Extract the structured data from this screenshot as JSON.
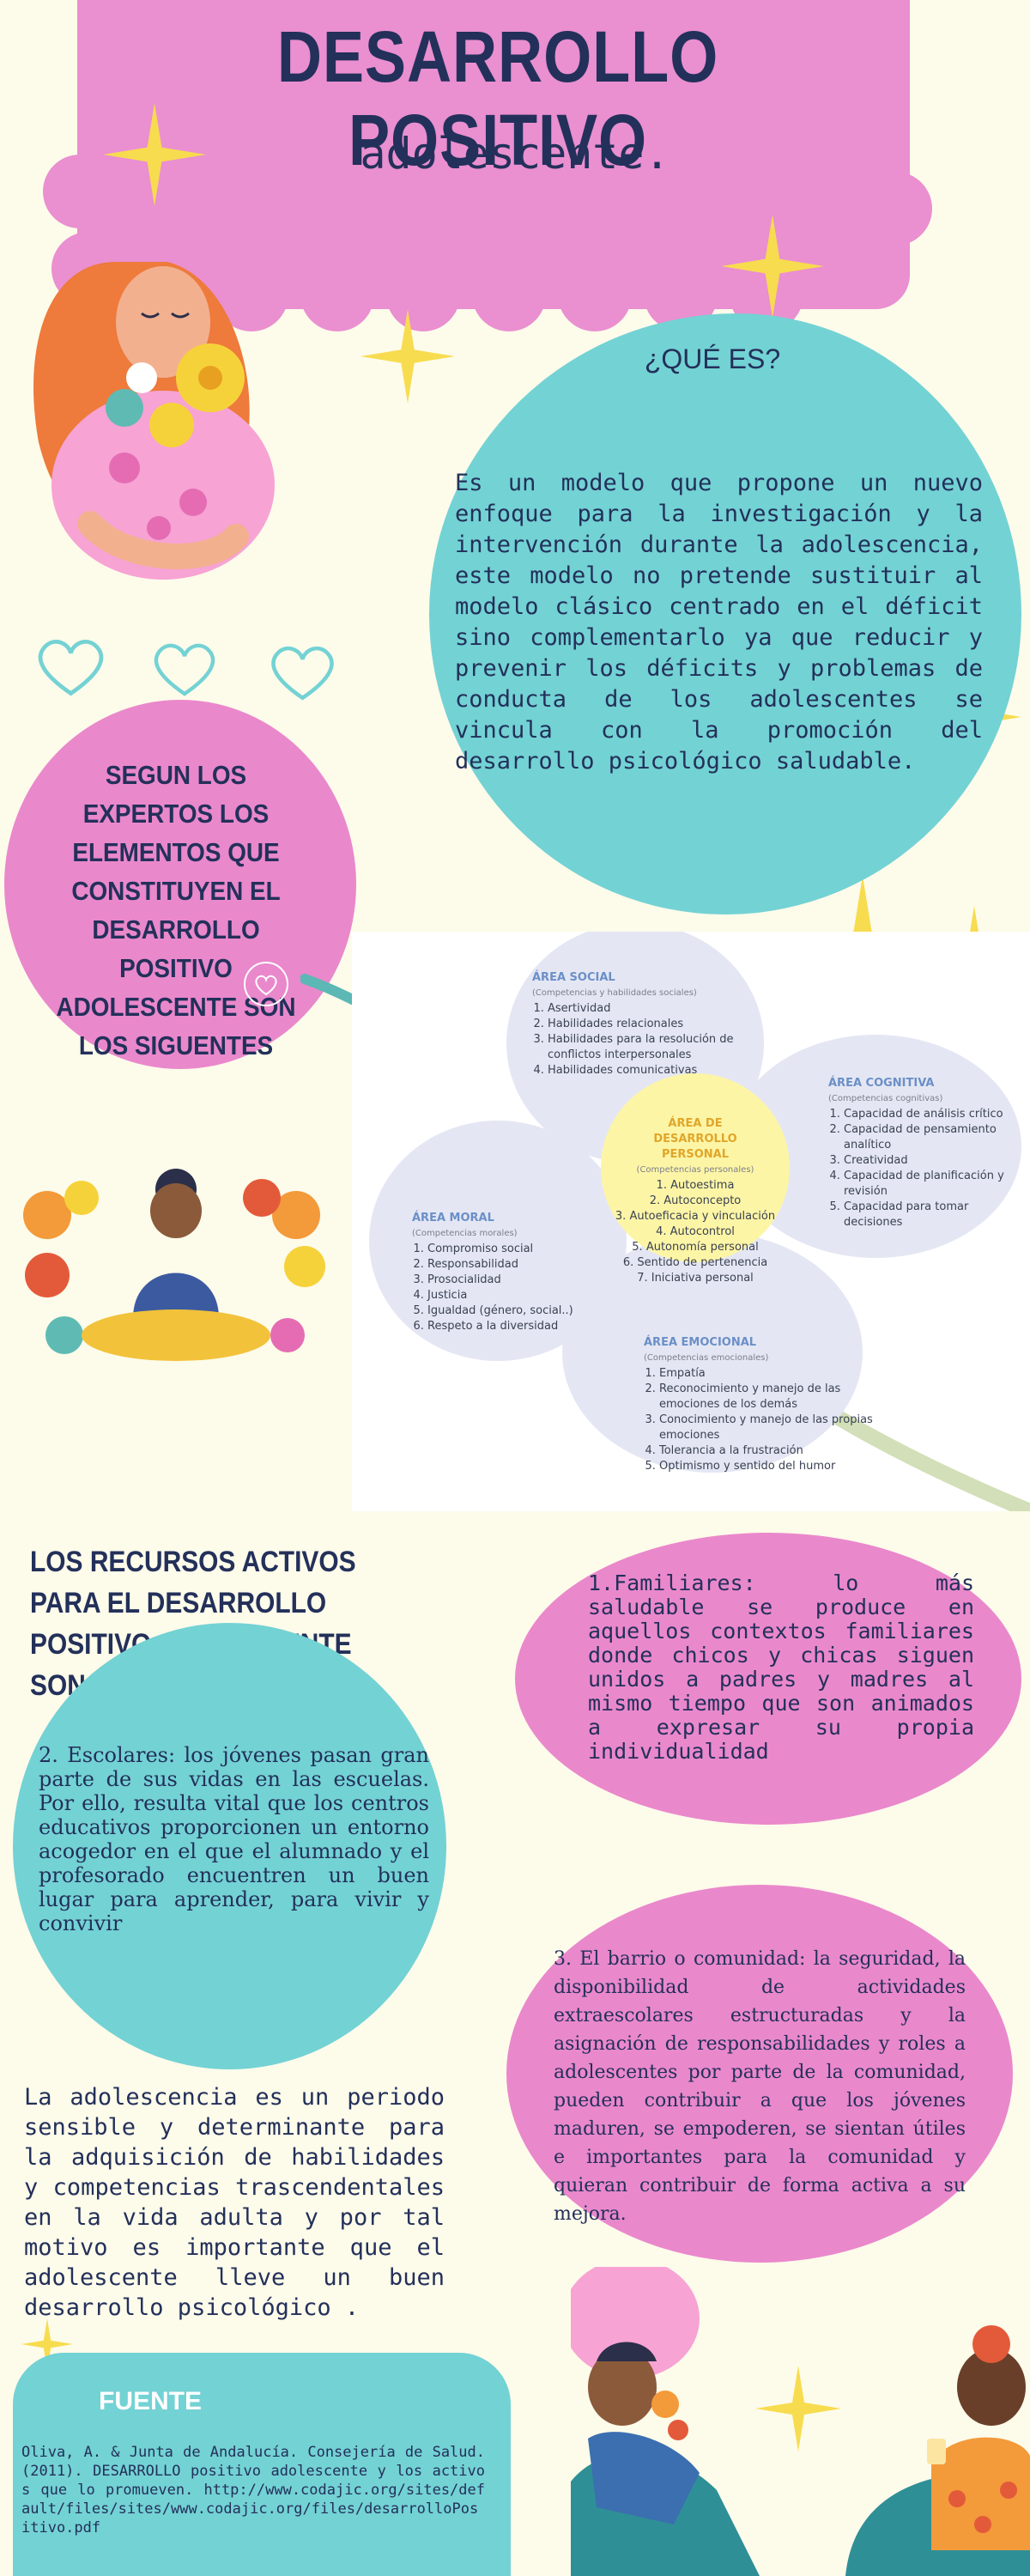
{
  "header": {
    "title": "DESARROLLO POSITIVO",
    "subtitle": "adolescente."
  },
  "que_es": {
    "title": "¿QUÉ ES?",
    "body": "Es un modelo que propone un nuevo enfoque para la investigación y la intervención durante la adolescencia, este modelo no pretende sustituir al modelo clásico centrado en el déficit sino complementarlo ya que reducir y prevenir los déficits y problemas de conducta de los adolescentes se vincula con la promoción del desarrollo psicológico saludable."
  },
  "experts": {
    "text": "SEGUN LOS EXPERTOS LOS ELEMENTOS QUE CONSTITUYEN EL DESARROLLO POSITIVO ADOLESCENTE SON LOS SIGUENTES"
  },
  "flower": {
    "social": {
      "title": "ÁREA SOCIAL",
      "sub": "(Competencias y habilidades sociales)",
      "items": [
        "Asertividad",
        "Habilidades relacionales",
        "Habilidades para la resolución de conflictos interpersonales",
        "Habilidades comunicativas"
      ]
    },
    "cognitiva": {
      "title": "ÁREA COGNITIVA",
      "sub": "(Competencias cognitivas)",
      "items": [
        "Capacidad de análisis crítico",
        "Capacidad de pensamiento analítico",
        "Creatividad",
        "Capacidad de planificación y revisión",
        "Capacidad para tomar decisiones"
      ]
    },
    "personal": {
      "title": "ÁREA DE DESARROLLO PERSONAL",
      "sub": "(Competencias personales)",
      "items": [
        "Autoestima",
        "Autoconcepto",
        "Autoeficacia y vinculación",
        "Autocontrol",
        "Autonomía personal",
        "Sentido de pertenencia",
        "Iniciativa personal"
      ]
    },
    "moral": {
      "title": "ÁREA MORAL",
      "sub": "(Competencias morales)",
      "items": [
        "Compromiso social",
        "Responsabilidad",
        "Prosocialidad",
        "Justicia",
        "Igualdad (género, social..)",
        "Respeto a la diversidad"
      ]
    },
    "emocional": {
      "title": "ÁREA EMOCIONAL",
      "sub": "(Competencias emocionales)",
      "items": [
        "Empatía",
        "Reconocimiento y manejo de las emociones de los demás",
        "Conocimiento y manejo de las propias emociones",
        "Tolerancia a la frustración",
        "Optimismo y sentido del humor"
      ]
    }
  },
  "recursos": {
    "title": "LOS RECURSOS ACTIVOS PARA EL DESARROLLO POSITIVO ADOLESCENTE SON:",
    "familiares": "1.Familiares: lo más saludable se produce en aquellos contextos familiares donde chicos y chicas siguen unidos a padres y madres al mismo tiempo que son animados a expresar su propia individualidad",
    "escolares": "2. Escolares: los jóvenes pasan gran parte de sus vidas en las escuelas. Por ello, resulta vital que los centros educativos proporcionen un entorno acogedor en el que el alumnado y el profesorado encuentren un buen lugar para aprender, para vivir y convivir",
    "barrio": "3. El barrio o comunidad: la seguridad, la disponibilidad de actividades extraescolares estructuradas y la asignación de responsabilidades y roles a adolescentes por parte de la comunidad, pueden contribuir a que los jóvenes maduren, se empoderen, se sientan útiles e importantes para la comunidad y quieran contribuir de forma activa a su mejora."
  },
  "conclusion": "La adolescencia es un periodo sensible y determinante para la adquisición de habilidades y competencias trascendentales en la vida adulta y por tal motivo es importante que el adolescente lleve un buen desarrollo psicológico .",
  "fuente": {
    "title": "FUENTE",
    "text": "Oliva, A. & Junta de Andalucía. Consejería de Salud. (2011). DESARROLLO positivo adolescente y los activos que lo promueven. http://www.codajic.org/sites/default/files/sites/www.codajic.org/files/desarrolloPositivo.pdf"
  },
  "colors": {
    "background": "#fdfbea",
    "pink": "#ea88cc",
    "teal": "#73d2d4",
    "navy": "#23305a",
    "star": "#f7dc4f"
  }
}
